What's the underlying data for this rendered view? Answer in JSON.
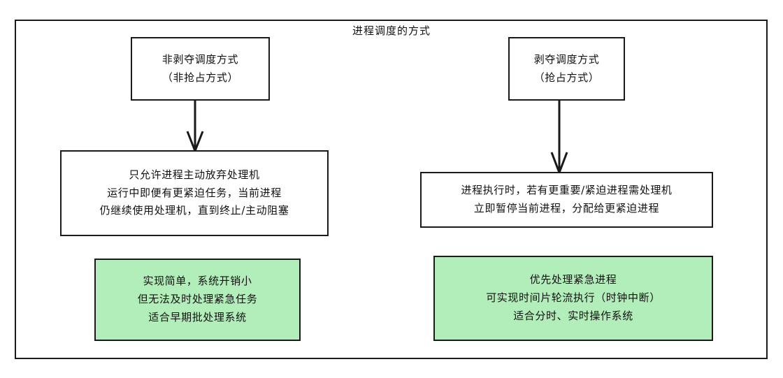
{
  "diagram": {
    "title": "进程调度的方式",
    "colors": {
      "stroke": "#1a1a1a",
      "box_fill": "#ffffff",
      "highlight_fill": "#b2eeb9",
      "text": "#111111"
    },
    "nodes": {
      "top_left": {
        "lines": [
          "非剥夺调度方式",
          "（非抢占方式）"
        ]
      },
      "top_right": {
        "lines": [
          "剥夺调度方式",
          "（抢占方式）"
        ]
      },
      "mid_left": {
        "lines": [
          "只允许进程主动放弃处理机",
          "运行中即便有更紧迫任务，当前进程",
          "仍继续使用处理机，直到终止/主动阻塞"
        ]
      },
      "mid_right": {
        "lines": [
          "进程执行时，若有更重要/紧迫进程需处理机",
          "立即暂停当前进程，分配给更紧迫进程"
        ]
      },
      "green_left": {
        "lines": [
          "实现简单，系统开销小",
          "但无法及时处理紧急任务",
          "适合早期批处理系统"
        ]
      },
      "green_right": {
        "lines": [
          "优先处理紧急进程",
          "可实现时间片轮流执行（时钟中断）",
          "适合分时、实时操作系统"
        ]
      }
    },
    "arrows": [
      {
        "name": "arrow-top-left-to-mid-left",
        "direction": "down"
      },
      {
        "name": "arrow-top-right-to-mid-right",
        "direction": "down"
      }
    ]
  }
}
